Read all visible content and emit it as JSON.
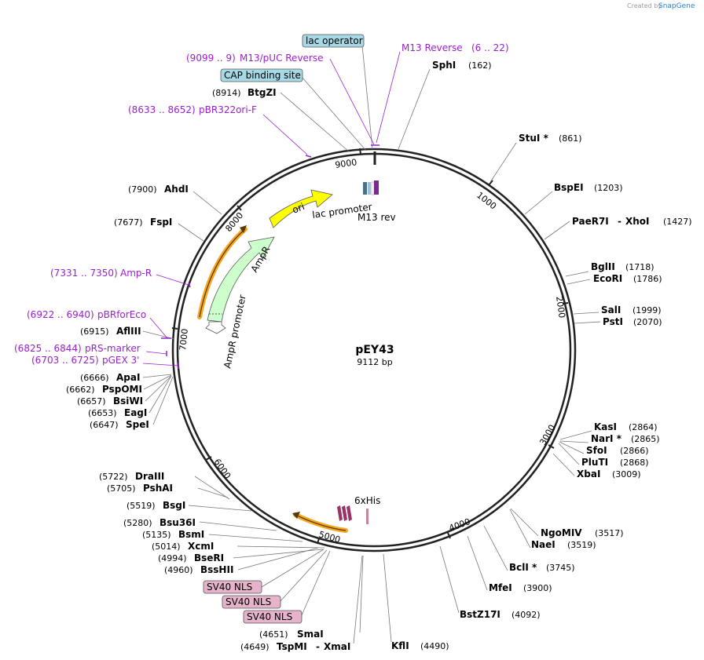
{
  "credit": {
    "prefix": "Created by",
    "brand": "SnapGene"
  },
  "plasmid": {
    "name": "pEY43",
    "size_label": "9112 bp"
  },
  "ticks": [
    "1000",
    "2000",
    "3000",
    "4000",
    "5000",
    "6000",
    "7000",
    "8000",
    "9000"
  ],
  "sites": [
    {
      "name": "SphI",
      "pos": "(162)"
    },
    {
      "name": "StuI *",
      "pos": "(861)"
    },
    {
      "name": "BspEI",
      "pos": "(1203)"
    },
    {
      "name": "PaeR7I",
      "name2": "XhoI",
      "pos": "(1427)"
    },
    {
      "name": "BglII",
      "pos": "(1718)"
    },
    {
      "name": "EcoRI",
      "pos": "(1786)"
    },
    {
      "name": "SalI",
      "pos": "(1999)"
    },
    {
      "name": "PstI",
      "pos": "(2070)"
    },
    {
      "name": "KasI",
      "pos": "(2864)"
    },
    {
      "name": "NarI *",
      "pos": "(2865)"
    },
    {
      "name": "SfoI",
      "pos": "(2866)"
    },
    {
      "name": "PluTI",
      "pos": "(2868)"
    },
    {
      "name": "XbaI",
      "pos": "(3009)"
    },
    {
      "name": "NgoMIV",
      "pos": "(3517)"
    },
    {
      "name": "NaeI",
      "pos": "(3519)"
    },
    {
      "name": "BclI *",
      "pos": "(3745)"
    },
    {
      "name": "MfeI",
      "pos": "(3900)"
    },
    {
      "name": "BstZ17I",
      "pos": "(4092)"
    },
    {
      "name": "KflI",
      "pos": "(4490)"
    },
    {
      "name": "SmaI",
      "pos": "(4651)"
    },
    {
      "name": "TspMI",
      "name2": "XmaI",
      "pos": "(4649)"
    },
    {
      "name": "BssHII",
      "pos": "(4960)"
    },
    {
      "name": "BseRI",
      "pos": "(4994)"
    },
    {
      "name": "XcmI",
      "pos": "(5014)"
    },
    {
      "name": "BsmI",
      "pos": "(5135)"
    },
    {
      "name": "Bsu36I",
      "pos": "(5280)"
    },
    {
      "name": "BsgI",
      "pos": "(5519)"
    },
    {
      "name": "PshAI",
      "pos": "(5705)"
    },
    {
      "name": "DraIII",
      "pos": "(5722)"
    },
    {
      "name": "SpeI",
      "pos": "(6647)"
    },
    {
      "name": "EagI",
      "pos": "(6653)"
    },
    {
      "name": "BsiWI",
      "pos": "(6657)"
    },
    {
      "name": "PspOMI",
      "pos": "(6662)"
    },
    {
      "name": "ApaI",
      "pos": "(6666)"
    },
    {
      "name": "AflIII",
      "pos": "(6915)"
    },
    {
      "name": "FspI",
      "pos": "(7677)"
    },
    {
      "name": "AhdI",
      "pos": "(7900)"
    },
    {
      "name": "BtgZI",
      "pos": "(8914)"
    }
  ],
  "primers": [
    {
      "name": "M13 Reverse",
      "range": "(6 .. 22)"
    },
    {
      "name": "M13/pUC Reverse",
      "range": "(9099 .. 9)"
    },
    {
      "name": "pBR322ori-F",
      "range": "(8633 .. 8652)"
    },
    {
      "name": "Amp-R",
      "range": "(7331 .. 7350)"
    },
    {
      "name": "pBRforEco",
      "range": "(6922 .. 6940)"
    },
    {
      "name": "pRS-marker",
      "range": "(6825 .. 6844)"
    },
    {
      "name": "pGEX 3'",
      "range": "(6703 .. 6725)"
    }
  ],
  "boxed": {
    "lac_operator": "lac operator",
    "cap_site": "CAP binding site",
    "sv40_1": "SV40 NLS",
    "sv40_2": "SV40 NLS",
    "sv40_3": "SV40 NLS"
  },
  "features": {
    "ori": "ori",
    "lac_promoter": "lac promoter",
    "m13_rev": "M13 rev",
    "ampr": "AmpR",
    "ampr_promoter": "AmpR promoter",
    "his6": "6xHis"
  },
  "colors": {
    "ori": "#ffff00",
    "ampr": "#ccffcc",
    "highlight": "#f5a623",
    "primer": "#9b1fd1",
    "boxed_blue": "#a6d8e6",
    "boxed_pink": "#e6b3cc",
    "nls": "#993366"
  }
}
